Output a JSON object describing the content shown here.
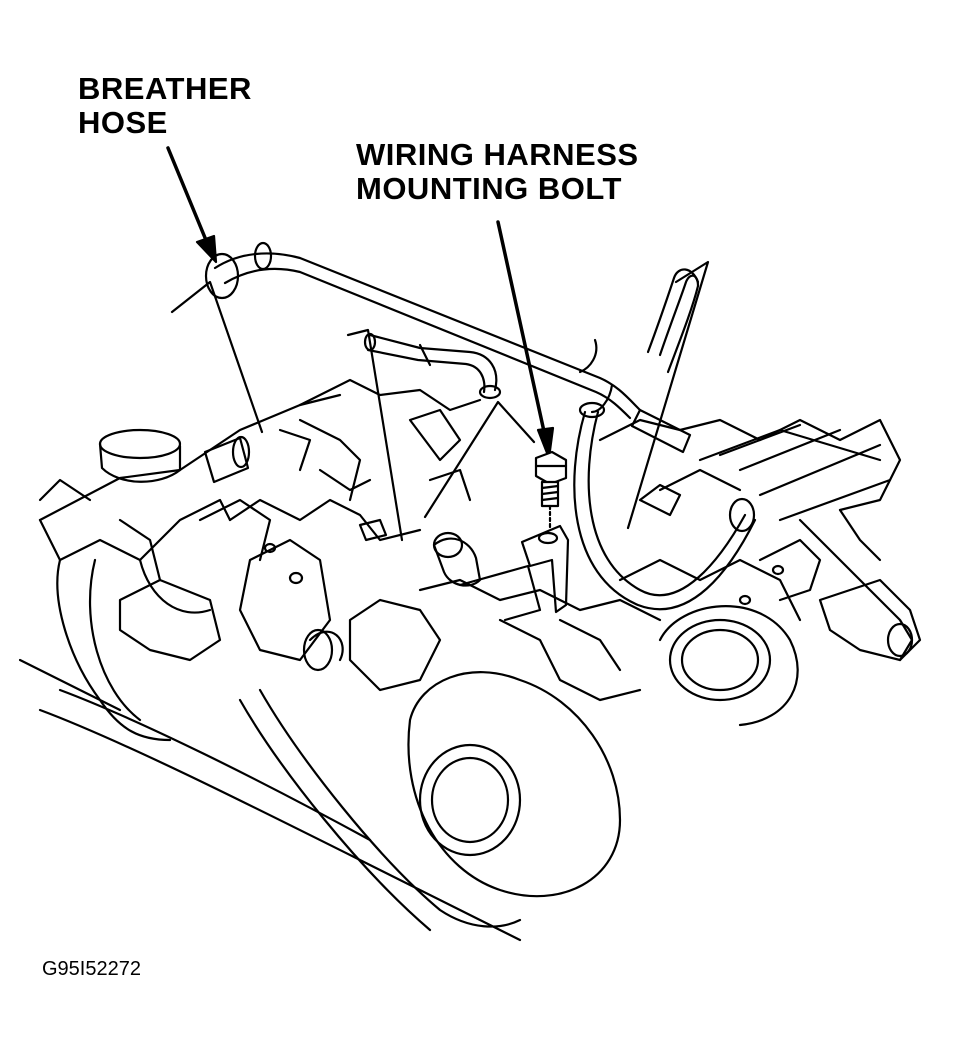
{
  "labels": {
    "breather_hose_line1": "BREATHER",
    "breather_hose_line2": "HOSE",
    "wiring_harness_line1": "WIRING HARNESS",
    "wiring_harness_line2": "MOUNTING BOLT"
  },
  "figure_id": "G95I52272",
  "icons": {
    "engine": "engine-line-drawing",
    "breather_hose": "breather-hose",
    "bolt": "mounting-bolt",
    "bracket": "harness-bracket"
  }
}
